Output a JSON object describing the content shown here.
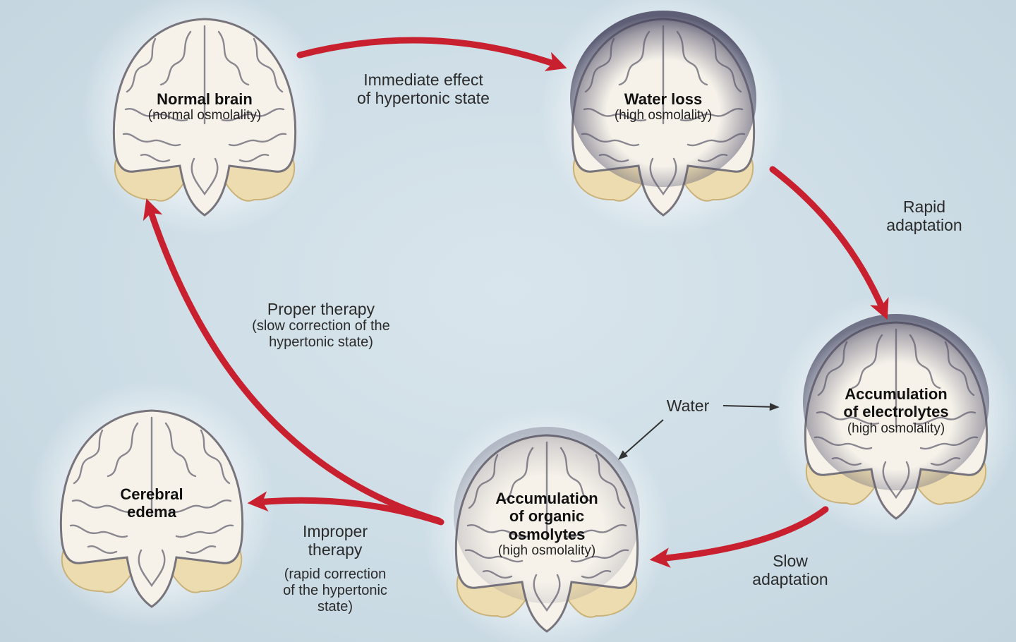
{
  "colors": {
    "arrow": "#c8202e",
    "background": "#d2e0e8",
    "brain_tissue": "#f5f1e8",
    "brain_outline": "#6e6e78",
    "shrink_shadow": "#5c5a72",
    "skull_bone": "#e8d6a6"
  },
  "brains": {
    "normal": {
      "title": "Normal brain",
      "subtitle": "(normal osmolality)"
    },
    "water_loss": {
      "title": "Water loss",
      "subtitle": "(high osmolality)"
    },
    "electrolytes": {
      "title_line1": "Accumulation",
      "title_line2": "of electrolytes",
      "subtitle": "(high osmolality)"
    },
    "organic": {
      "title_line1": "Accumulation",
      "title_line2": "of organic",
      "title_line3": "osmolytes",
      "subtitle": "(high osmolality)"
    },
    "edema": {
      "title_line1": "Cerebral",
      "title_line2": "edema"
    }
  },
  "steps": {
    "immediate": {
      "line1": "Immediate effect",
      "line2": "of hypertonic state"
    },
    "rapid": {
      "line1": "Rapid",
      "line2": "adaptation"
    },
    "slow": {
      "line1": "Slow",
      "line2": "adaptation"
    },
    "proper": {
      "line1": "Proper therapy",
      "line2": "(slow correction of the",
      "line3": "hypertonic state)"
    },
    "improper": {
      "line1": "Improper",
      "line2": "therapy",
      "line3": "(rapid correction",
      "line4": "of the hypertonic",
      "line5": "state)"
    },
    "water": "Water"
  }
}
